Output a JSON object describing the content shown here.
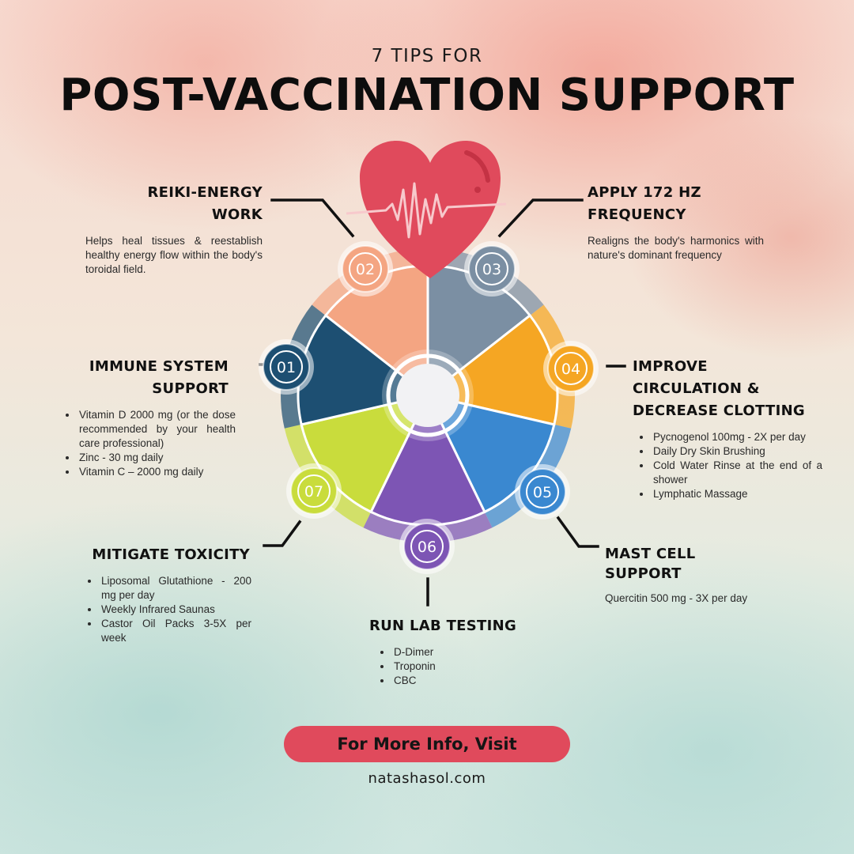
{
  "header": {
    "subtitle": "7 TIPS FOR",
    "title": "POST-VACCINATION SUPPORT"
  },
  "colors": {
    "seg_01": "#1d4f72",
    "seg_02": "#f4a582",
    "seg_03": "#7b8fa3",
    "seg_04": "#f5a623",
    "seg_05": "#3a88d0",
    "seg_06": "#7d55b4",
    "seg_07": "#c9dc3c",
    "heart": "#e04a5c",
    "cta": "#e04a5c"
  },
  "tips": [
    {
      "number": "01",
      "heading_lines": [
        "IMMUNE SYSTEM",
        "SUPPORT"
      ],
      "items": [
        "Vitamin D 2000 mg (or the dose recommended by your health care professional)",
        "Zinc - 30 mg daily",
        "Vitamin C – 2000 mg daily"
      ]
    },
    {
      "number": "02",
      "heading_lines": [
        "REIKI-ENERGY",
        "WORK"
      ],
      "description": "Helps heal tissues & reestablish healthy energy flow within the body's toroidal field."
    },
    {
      "number": "03",
      "heading_lines": [
        "APPLY 172 HZ",
        "FREQUENCY"
      ],
      "description": "Realigns the body's harmonics with nature's dominant frequency"
    },
    {
      "number": "04",
      "heading_lines": [
        "IMPROVE",
        "CIRCULATION &",
        "DECREASE CLOTTING"
      ],
      "items": [
        "Pycnogenol 100mg - 2X per day",
        "Daily Dry Skin Brushing",
        "Cold Water Rinse at the end of a shower",
        "Lymphatic Massage"
      ]
    },
    {
      "number": "05",
      "heading_lines": [
        "MAST CELL",
        "SUPPORT"
      ],
      "description": "Quercitin 500 mg - 3X per day"
    },
    {
      "number": "06",
      "heading_lines": [
        "RUN LAB TESTING"
      ],
      "items": [
        "D-Dimer",
        "Troponin",
        "CBC"
      ]
    },
    {
      "number": "07",
      "heading_lines": [
        "MITIGATE TOXICITY"
      ],
      "items": [
        "Liposomal Glutathione - 200 mg per day",
        "Weekly Infrared Saunas",
        "Castor Oil Packs 3-5X per week"
      ]
    }
  ],
  "cta": {
    "button_label": "For More Info, Visit",
    "link_text": "natashasol.com"
  }
}
